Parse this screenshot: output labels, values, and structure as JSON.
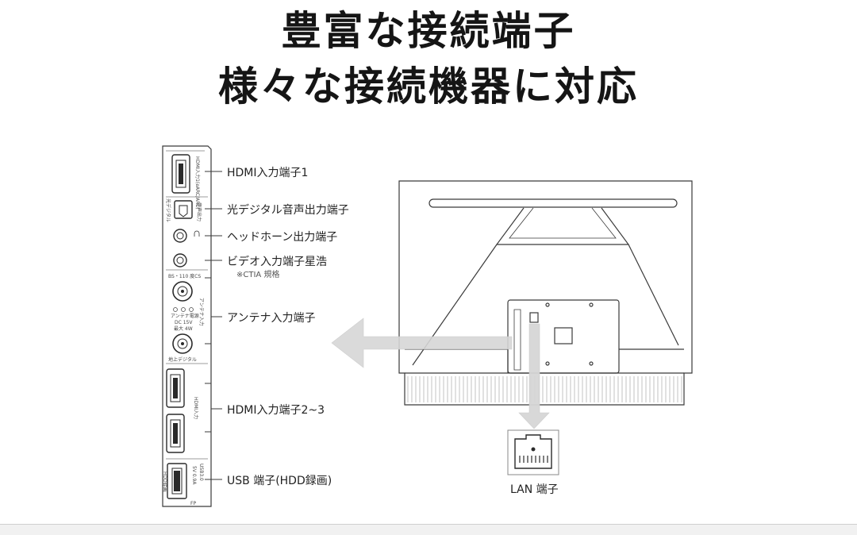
{
  "title": {
    "line1": "豊富な接続端子",
    "line2": "様々な接続機器に対応"
  },
  "ports": [
    {
      "id": "hdmi1",
      "label": "HDMI入力端子1"
    },
    {
      "id": "optical",
      "label": "光デジタル音声出力端子"
    },
    {
      "id": "headphone",
      "label": "ヘッドホーン出力端子"
    },
    {
      "id": "video",
      "label": "ビデオ入力端子星浩",
      "note": "※CTIA 規格"
    },
    {
      "id": "antenna",
      "label": "アンテナ入力端子"
    },
    {
      "id": "hdmi23",
      "label": "HDMI入力端子2~3"
    },
    {
      "id": "usb",
      "label": "USB 端子(HDD録画)"
    },
    {
      "id": "lan",
      "label": "LAN 端子"
    }
  ],
  "panel_text": {
    "hdmi1_tag": "HDMI入力1(eARC/ARC)",
    "optical_tag": "光デジタル",
    "optical_side": "音声出力",
    "bs_cs": "BS・110 度CS",
    "antenna_side": "アンテナ入力",
    "power_note_1": "アンテナ電源",
    "power_note_2": "DC 15V",
    "power_note_3": "最大 4W",
    "terrestrial": "地上デジタル",
    "hdmi_side": "HDMI入力",
    "usb_tag": "USB3.0",
    "usb_spec": "5V 0.9A",
    "hdd_tag": "HDD録画",
    "fp_tag": "FP"
  },
  "colors": {
    "line": "#3a3a3a",
    "arrow": "#d6d6d6",
    "arrow_stroke": "#c9c9c9"
  }
}
